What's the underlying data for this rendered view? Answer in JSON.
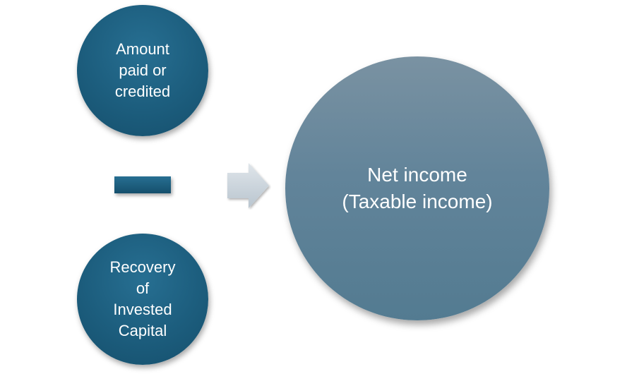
{
  "diagram": {
    "left_top_circle": {
      "lines": [
        "Amount",
        "paid or",
        "credited"
      ]
    },
    "left_bottom_circle": {
      "lines": [
        "Recovery",
        "of",
        "Invested",
        "Capital"
      ]
    },
    "result_circle": {
      "lines": [
        "Net income",
        "(Taxable income)"
      ]
    },
    "operator": "minus",
    "connector": "arrow-right",
    "colors": {
      "small_circle": "#1c5d7d",
      "result_circle": "#62849a",
      "arrow": "#c9d3dc",
      "text": "#ffffff"
    }
  }
}
